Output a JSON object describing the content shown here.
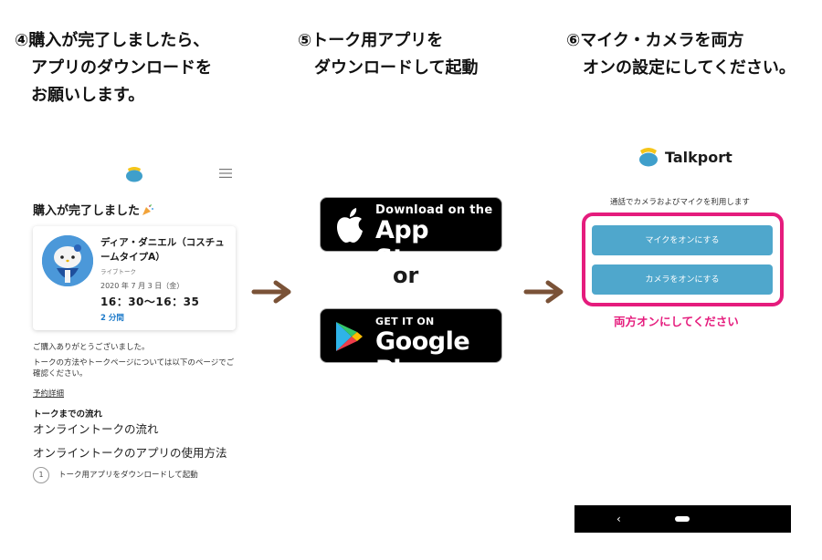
{
  "steps": {
    "step4": "④購入が完了しましたら、\n　アプリのダウンロードを\n　お願いします。",
    "step5": "⑤トーク用アプリを\n　ダウンロードして起動",
    "step6": "⑥マイク・カメラを両方\n　オンの設定にしてください。"
  },
  "purchase_page": {
    "title": "購入が完了しました",
    "order": {
      "talent_name": "ディア・ダニエル（コスチュームタイプA）",
      "talk_type": "ライブトーク",
      "date": "2020 年 7 月 3 日（金）",
      "time": "16：30〜16：35",
      "duration": "2 分間"
    },
    "thanks": "ご購入ありがとうございました。",
    "info": "トークの方法やトークページについては以下のページでご確認ください。",
    "details_link": "予約詳細",
    "flow_heading": "トークまでの流れ",
    "flow_link1": "オンライントークの流れ",
    "flow_link2": "オンライントークのアプリの使用方法",
    "step_number": "1",
    "step_text": "トーク用アプリをダウンロードして起動"
  },
  "stores": {
    "appstore_small": "Download on the",
    "appstore_big": "App Store",
    "or": "or",
    "googleplay_small": "GET IT ON",
    "googleplay_big": "Google Play"
  },
  "permission_page": {
    "brand": "Talkport",
    "text": "通話でカメラおよびマイクを利用します",
    "mic_button": "マイクをオンにする",
    "camera_button": "カメラをオンにする",
    "both_on": "両方オンにしてください",
    "nav_back": "‹"
  },
  "colors": {
    "accent_pink": "#e51c7d",
    "button_blue": "#4fa7cc",
    "link_blue": "#1b79c9",
    "arrow_brown": "#7a5237",
    "logo_yellow": "#f5c518",
    "logo_blue": "#3f9fcb"
  },
  "icons": [
    "menu-icon",
    "party-popper-icon",
    "apple-icon",
    "google-play-icon",
    "talkport-logo-icon",
    "arrow-right-icon",
    "back-icon"
  ]
}
